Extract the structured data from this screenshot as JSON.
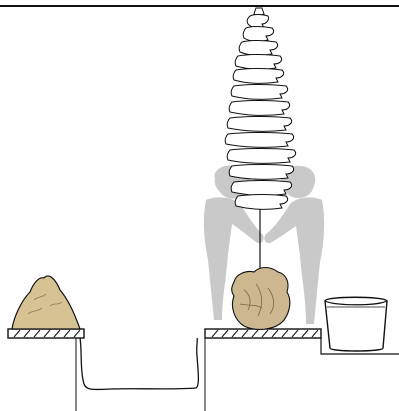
{
  "scene": {
    "description_labels": [],
    "colors": {
      "background": "#ffffff",
      "outline": "#111111",
      "ground_hatch": "#1a1a1a",
      "soil_mound": "#d6c293",
      "root_ball": "#cdb78f",
      "silhouette": "#c9c9c9"
    },
    "elements": [
      "top-border-line",
      "soil-mound",
      "left-ground-slab",
      "planting-pit",
      "right-ground-slab",
      "tree",
      "root-ball",
      "person-left-silhouette",
      "person-right-silhouette",
      "bucket"
    ]
  }
}
